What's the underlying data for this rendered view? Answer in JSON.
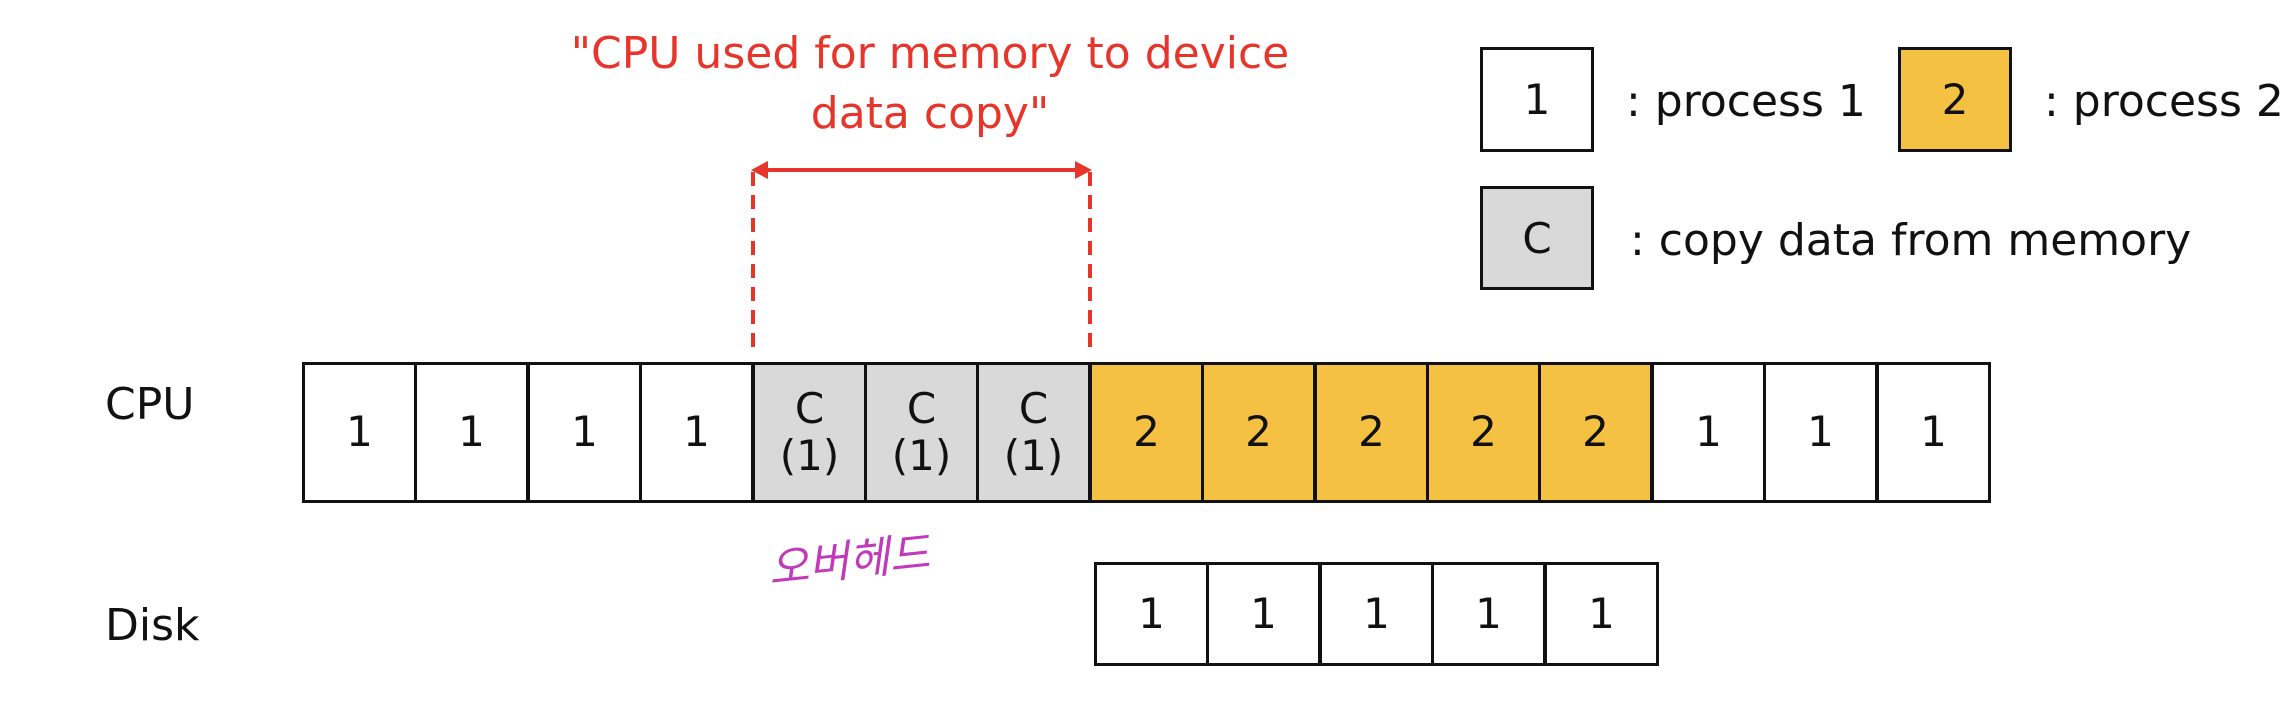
{
  "colors": {
    "process1": "#ffffff",
    "process2": "#f4c143",
    "copy": "#d9d9d9",
    "annotation": "#e8352b",
    "handwriting": "#c13ab9"
  },
  "rows": {
    "cpu_label": "CPU",
    "disk_label": "Disk"
  },
  "cpu_cells": [
    {
      "main": "1",
      "sub": "",
      "kind": "process1"
    },
    {
      "main": "1",
      "sub": "",
      "kind": "process1"
    },
    {
      "main": "1",
      "sub": "",
      "kind": "process1"
    },
    {
      "main": "1",
      "sub": "",
      "kind": "process1"
    },
    {
      "main": "C",
      "sub": "(1)",
      "kind": "copy"
    },
    {
      "main": "C",
      "sub": "(1)",
      "kind": "copy"
    },
    {
      "main": "C",
      "sub": "(1)",
      "kind": "copy"
    },
    {
      "main": "2",
      "sub": "",
      "kind": "process2"
    },
    {
      "main": "2",
      "sub": "",
      "kind": "process2"
    },
    {
      "main": "2",
      "sub": "",
      "kind": "process2"
    },
    {
      "main": "2",
      "sub": "",
      "kind": "process2"
    },
    {
      "main": "2",
      "sub": "",
      "kind": "process2"
    },
    {
      "main": "1",
      "sub": "",
      "kind": "process1"
    },
    {
      "main": "1",
      "sub": "",
      "kind": "process1"
    },
    {
      "main": "1",
      "sub": "",
      "kind": "process1"
    }
  ],
  "disk_cells": [
    "1",
    "1",
    "1",
    "1",
    "1"
  ],
  "annotation": {
    "line1": "\"CPU used for memory to device",
    "line2": "data copy\""
  },
  "handwritten_note": "오버헤드",
  "legend": {
    "p1_box": "1",
    "p1_text": ": process 1",
    "p2_box": "2",
    "p2_text": ": process 2",
    "c_box": "C",
    "c_text": ": copy data from memory"
  }
}
